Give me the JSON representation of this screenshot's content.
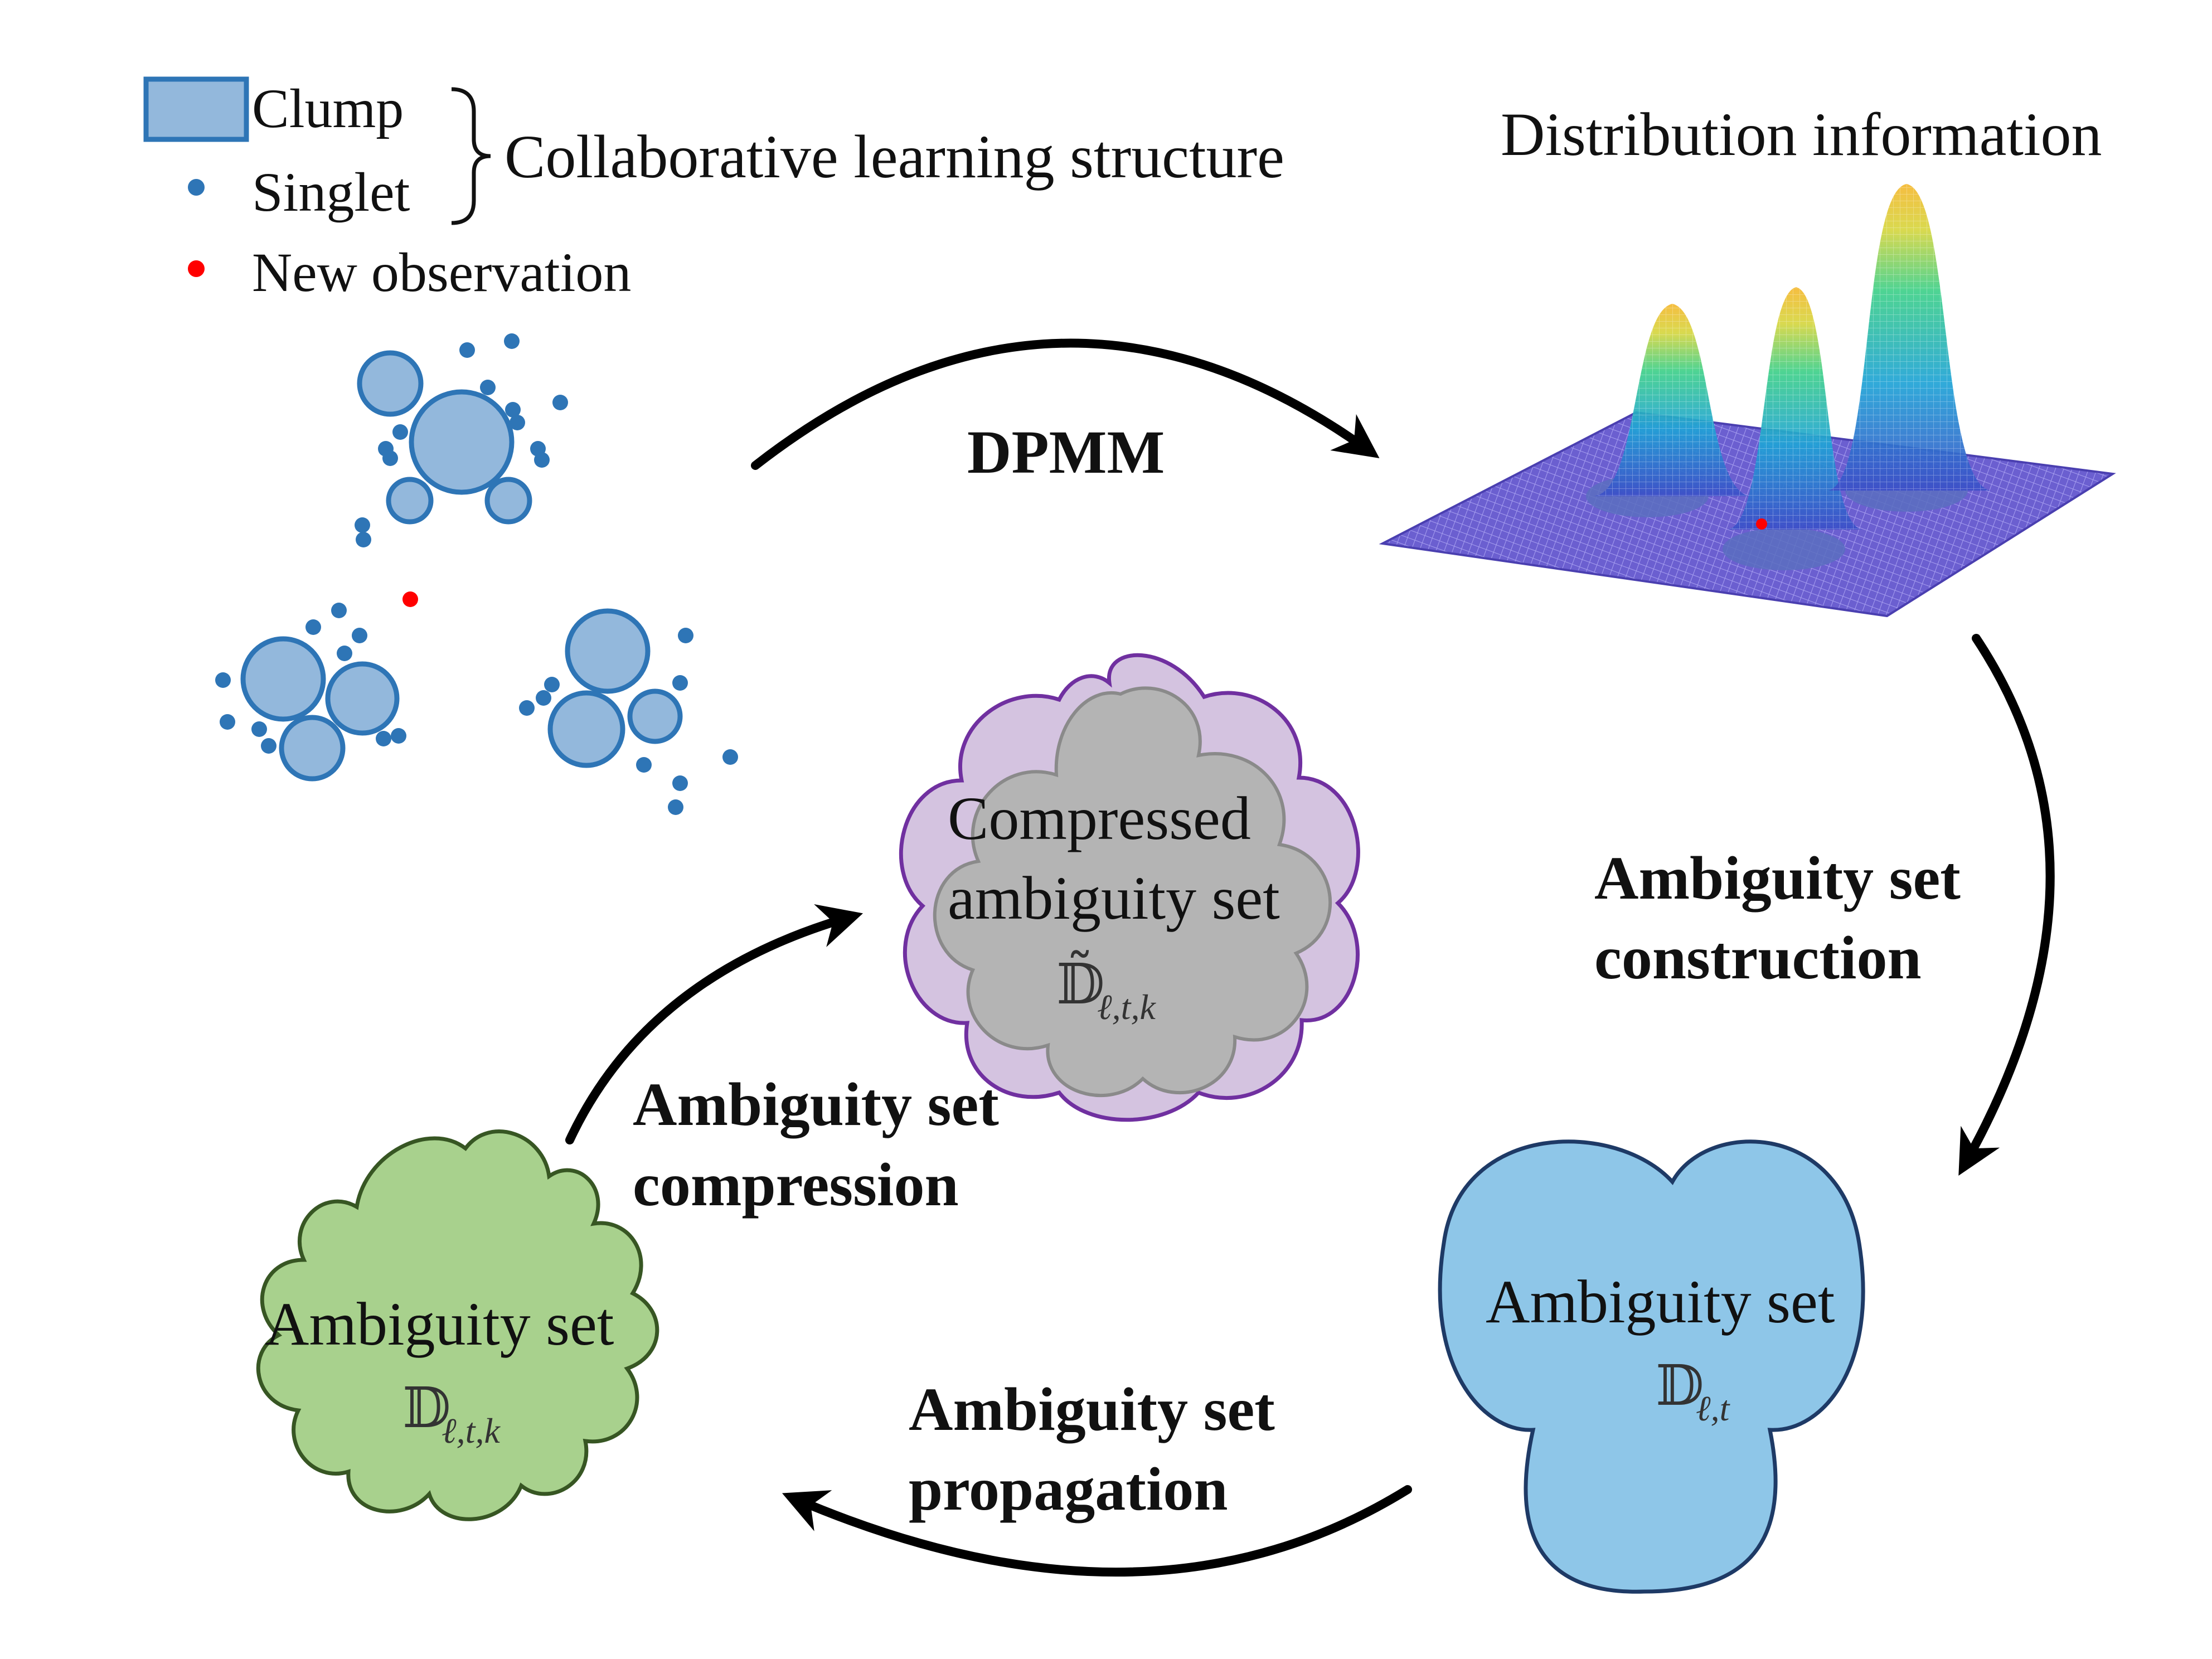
{
  "legend": {
    "clump": "Clump",
    "singlet": "Singlet",
    "new_observation": "New observation",
    "structure": "Collaborative learning structure"
  },
  "distribution_title": "Distribution information",
  "arrows": {
    "dpmm": "DPMM",
    "construction_1": "Ambiguity set",
    "construction_2": "construction",
    "propagation_1": "Ambiguity set",
    "propagation_2": "propagation",
    "compression_1": "Ambiguity set",
    "compression_2": "compression"
  },
  "shapes": {
    "blue": {
      "line1": "Ambiguity set",
      "symbol": "𝔻",
      "subscript": "ℓ,t"
    },
    "green": {
      "line1": "Ambiguity set",
      "symbol": "𝔻",
      "subscript": "ℓ,t,k"
    },
    "gray": {
      "line1": "Compressed",
      "line2": "ambiguity set",
      "symbol": "𝔻̃",
      "subscript": "ℓ,t,k"
    }
  },
  "colors": {
    "clump_fill": "#93b8dc",
    "clump_stroke": "#2e75b6",
    "singlet": "#2e75b6",
    "new_observation": "#ff0000",
    "blue_set": "#8ec6e8",
    "green_set": "#a8d18d",
    "gray_set": "#b4b4b4",
    "purple_outline": "#7030a0"
  }
}
